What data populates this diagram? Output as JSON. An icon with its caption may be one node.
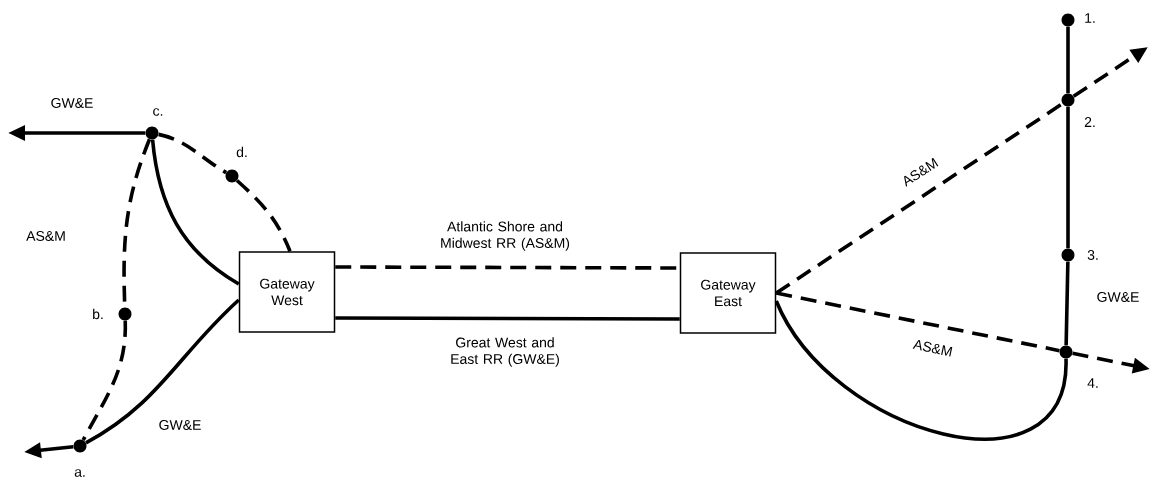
{
  "diagram": {
    "nodes": [
      {
        "text": [
          "Gateway West"
        ]
      },
      {
        "text": [
          "Gateway East"
        ]
      },
      {
        "text": [],
        "shape": "circle",
        "beside": [
          "a."
        ]
      },
      {
        "text": [],
        "shape": "circle",
        "beside": [
          "b."
        ]
      },
      {
        "text": [],
        "shape": "circle",
        "beside": [
          "c."
        ]
      },
      {
        "text": [],
        "shape": "circle",
        "beside": [
          "d."
        ]
      },
      {
        "text": [],
        "shape": "circle",
        "beside": [
          "1."
        ]
      },
      {
        "text": [],
        "shape": "circle",
        "beside": [
          "2."
        ]
      },
      {
        "text": [],
        "shape": "circle",
        "beside": [
          "3."
        ]
      },
      {
        "text": [],
        "shape": "circle",
        "beside": [
          "4."
        ]
      }
    ],
    "edges": [
      {
        "from": 0,
        "to": 1,
        "arrow": "none",
        "style": "dashed",
        "label": "Atlantic Shore and Midwest RR (AS&M)"
      },
      {
        "from": 0,
        "to": 1,
        "arrow": "none",
        "label": "Great West and East RR (GW&E)"
      },
      {
        "from": 4,
        "to": null,
        "arrow": "to",
        "label": "GW&E"
      },
      {
        "from": 4,
        "to": 0,
        "arrow": "none"
      },
      {
        "from": 4,
        "to": 5,
        "arrow": "none",
        "style": "dashed"
      },
      {
        "from": 5,
        "to": 0,
        "arrow": "none",
        "style": "dashed"
      },
      {
        "from": 4,
        "to": 3,
        "arrow": "none",
        "style": "dashed",
        "label": "AS&M"
      },
      {
        "from": 3,
        "to": 2,
        "arrow": "none",
        "style": "dashed"
      },
      {
        "from": 0,
        "to": 2,
        "arrow": "none",
        "label": "GW&E"
      },
      {
        "from": 2,
        "to": null,
        "arrow": "to"
      },
      {
        "from": 6,
        "to": 7,
        "arrow": "none"
      },
      {
        "from": 7,
        "to": 8,
        "arrow": "none"
      },
      {
        "from": 8,
        "to": 9,
        "arrow": "none",
        "label": "GW&E"
      },
      {
        "from": 1,
        "to": 7,
        "arrow": "none",
        "style": "dashed",
        "label": "AS&M"
      },
      {
        "from": 7,
        "to": null,
        "arrow": "to",
        "style": "dashed"
      },
      {
        "from": 1,
        "to": 9,
        "arrow": "none",
        "style": "dashed",
        "label": "AS&M"
      },
      {
        "from": 1,
        "to": 9,
        "arrow": "none"
      },
      {
        "from": 9,
        "to": null,
        "arrow": "to",
        "style": "dashed"
      }
    ]
  }
}
